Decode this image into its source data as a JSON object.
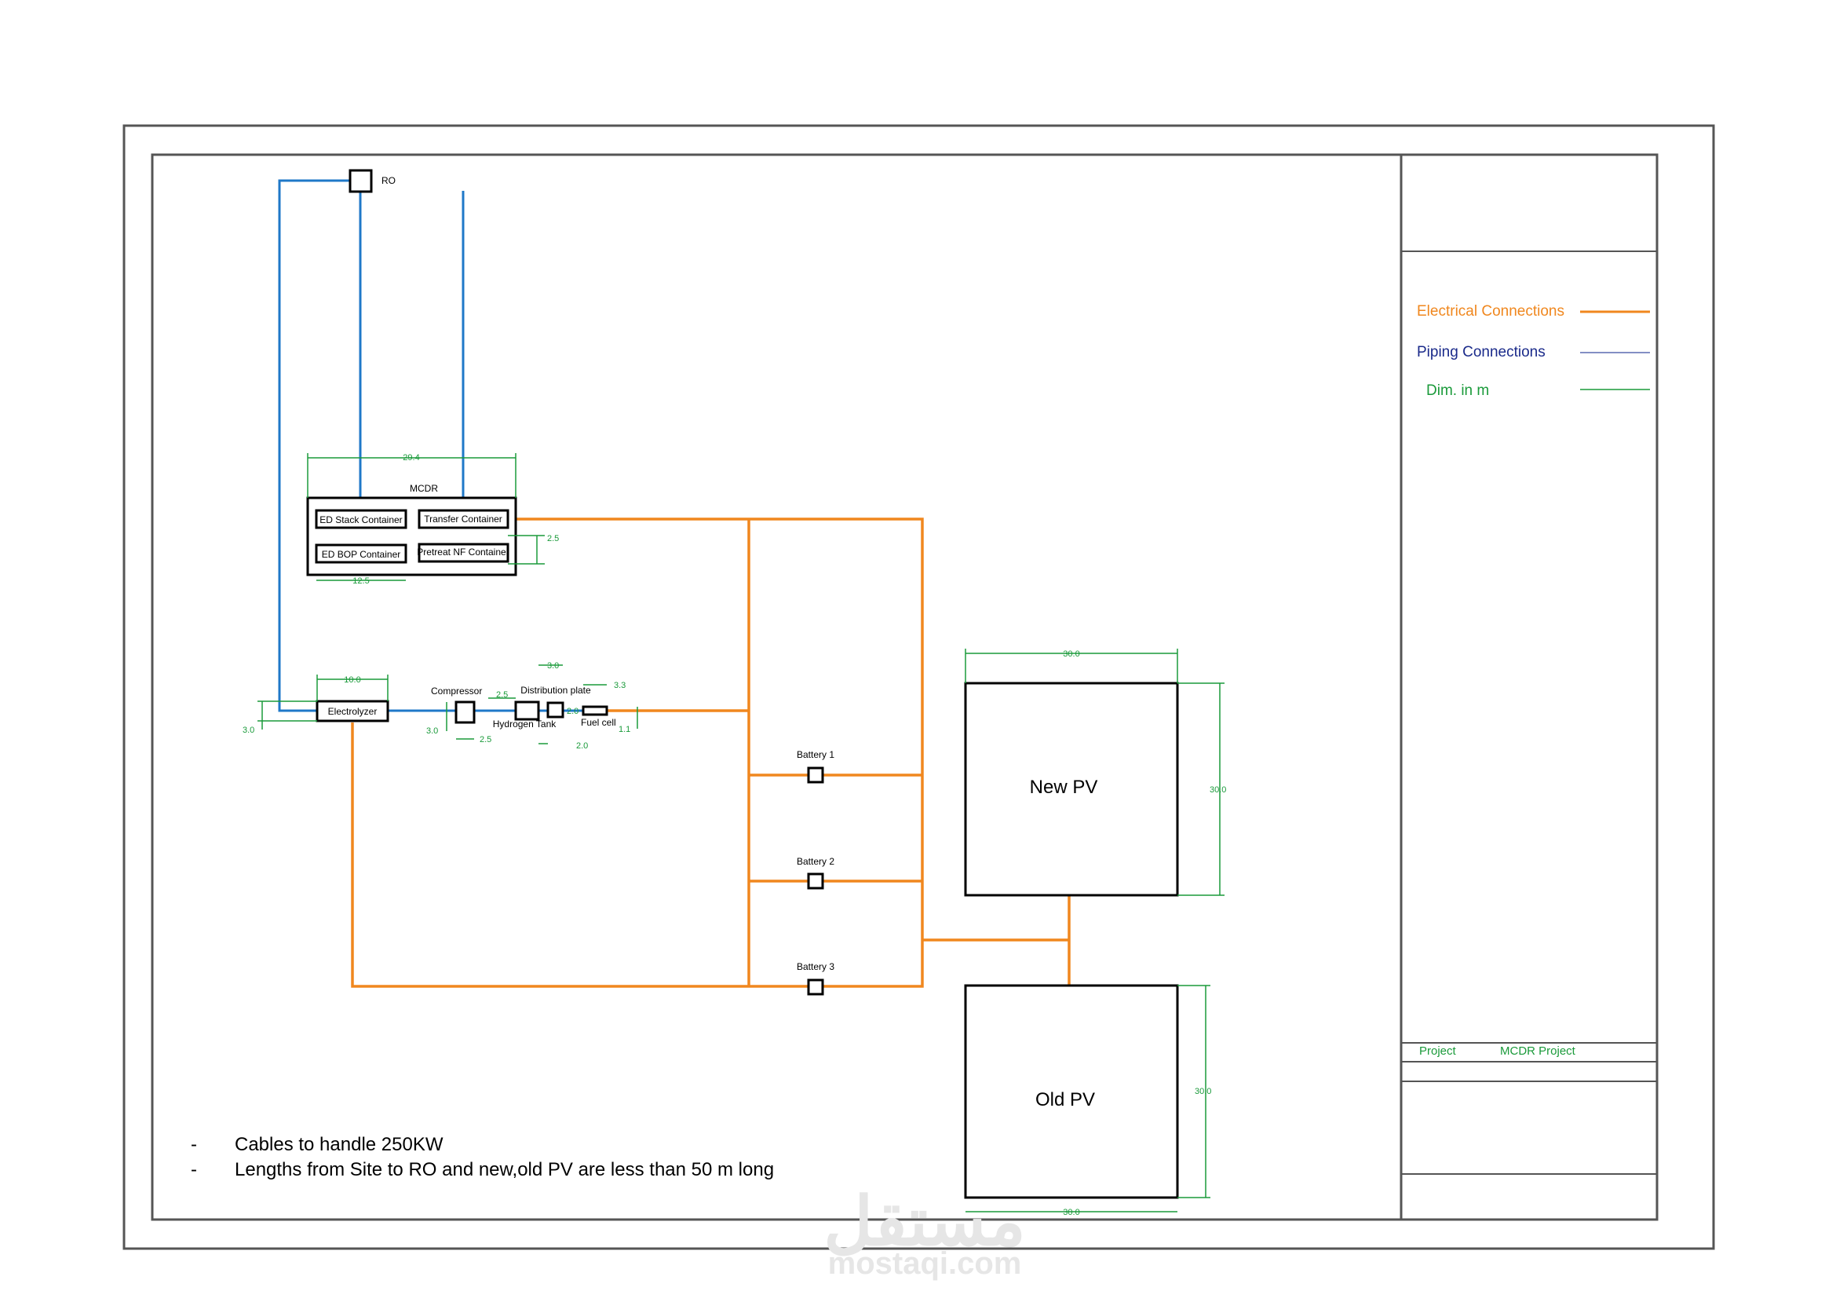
{
  "labels": {
    "ro": "RO",
    "mcdr": "MCDR",
    "ed_stack": "ED Stack Container",
    "transfer": "Transfer Container",
    "ed_bop": "ED BOP Container",
    "pretreat": "Pretreat NF Container",
    "electrolyzer": "Electrolyzer",
    "compressor": "Compressor",
    "hydrogen_tank": "Hydrogen Tank",
    "distribution_plate": "Distribution plate",
    "fuel_cell": "Fuel cell",
    "battery1": "Battery 1",
    "battery2": "Battery 2",
    "battery3": "Battery 3",
    "new_pv": "New PV",
    "old_pv": "Old PV"
  },
  "dimensions": {
    "mcdr_width": "29.4",
    "mcdr_height": "2.5",
    "ed_width": "12.5",
    "electrolyzer_width": "10.0",
    "electrolyzer_height": "3.0",
    "compressor_width": "2.5",
    "compressor_height": "3.0",
    "tank_width": "2.5",
    "dist_width": "3.0",
    "dist_h": "2.0",
    "dist_w2": "2.0",
    "fuel_width": "3.3",
    "fuel_height": "1.1",
    "new_pv_width": "30.0",
    "new_pv_height": "30.0",
    "old_pv_width": "30.0",
    "old_pv_height": "30.0"
  },
  "legend": {
    "electrical": "Electrical Connections",
    "piping": "Piping Connections",
    "dim": "Dim. in m",
    "electrical_color": "#f0871e",
    "piping_color": "#1f3fa0",
    "dim_color": "#1a9a3a"
  },
  "title_block": {
    "project_label": "Project",
    "project_value": "MCDR Project"
  },
  "notes": {
    "bullet": "-",
    "note1": "Cables to handle 250KW",
    "note2": "Lengths from Site to RO and new,old PV are less than 50 m long"
  },
  "watermark": {
    "arabic": "مستقل",
    "latin": "mostaqi.com"
  }
}
